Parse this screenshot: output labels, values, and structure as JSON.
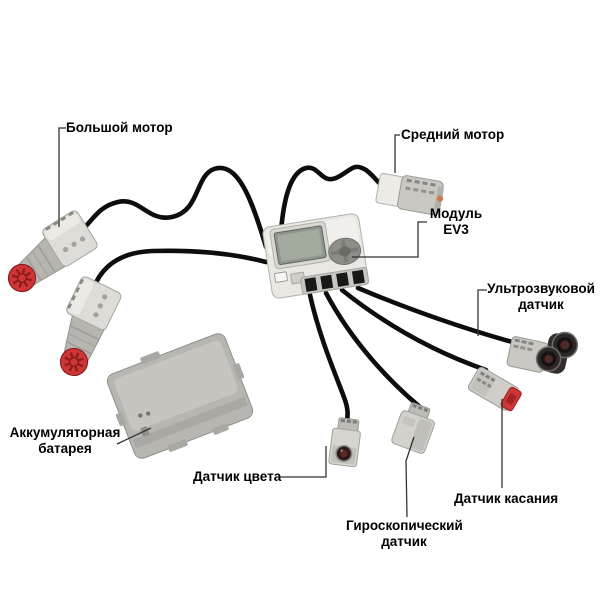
{
  "diagram": {
    "labels": {
      "large_motor": "Большой мотор",
      "medium_motor": "Средний мотор",
      "ev3_module": "Модуль\nEV3",
      "ultrasonic_sensor": "Ультрозвуковой\nдатчик",
      "battery": "Аккумуляторная\nбатарея",
      "color_sensor": "Датчик цвета",
      "gyro_sensor": "Гироскопический\nдатчик",
      "touch_sensor": "Датчик касания"
    },
    "colors": {
      "background": "#ffffff",
      "label_text": "#000000",
      "line": "#333333",
      "cable": "#0d0d0d",
      "accent_red": "#ce3537"
    }
  }
}
